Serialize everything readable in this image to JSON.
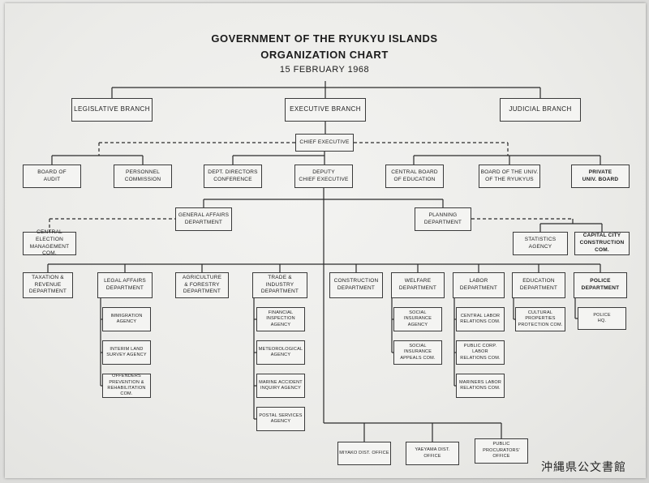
{
  "chart": {
    "title": "GOVERNMENT OF THE RYUKYU ISLANDS",
    "subtitle": "ORGANIZATION CHART",
    "date": "15 FEBRUARY 1968"
  },
  "nodes": {
    "legislative": "LEGISLATIVE BRANCH",
    "executive": "EXECUTIVE BRANCH",
    "judicial": "JUDICIAL BRANCH",
    "chief": "CHIEF EXECUTIVE",
    "audit": "BOARD OF\nAUDIT",
    "personnel": "PERSONNEL\nCOMMISSION",
    "directors": "DEPT. DIRECTORS\nCONFERENCE",
    "deputy": "DEPUTY\nCHIEF EXECUTIVE",
    "ced": "CENTRAL BOARD\nOF EDUCATION",
    "univ": "BOARD OF THE UNIV.\nOF THE RYUKYUS",
    "private": "PRIVATE\nUNIV. BOARD",
    "gad": "GENERAL AFFAIRS\nDEPARTMENT",
    "plan": "PLANNING\nDEPARTMENT",
    "election": "CENTRAL ELECTION\nMANAGEMENT COM.",
    "stats": "STATISTICS\nAGENCY",
    "capital": "CAPITAL CITY\nCONSTRUCTION COM.",
    "tax": "TAXATION &\nREVENUE\nDEPARTMENT",
    "legal": "LEGAL AFFAIRS\nDEPARTMENT",
    "agri": "AGRICULTURE\n& FORESTRY\nDEPARTMENT",
    "trade": "TRADE & INDUSTRY\nDEPARTMENT",
    "construction": "CONSTRUCTION\nDEPARTMENT",
    "welfare": "WELFARE\nDEPARTMENT",
    "labor": "LABOR\nDEPARTMENT",
    "education": "EDUCATION\nDEPARTMENT",
    "police": "POLICE\nDEPARTMENT",
    "immigration": "IMMIGRATION\nAGENCY",
    "landsurvey": "INTERIM LAND\nSURVEY AGENCY",
    "offenders": "OFFENDERS\nPREVENTION &\nREHABILITATION COM.",
    "financial": "FINANCIAL\nINSPECTION\nAGENCY",
    "meteo": "METEOROLOGICAL\nAGENCY",
    "marine": "MARINE ACCIDENT\nINQUIRY AGENCY",
    "postal": "POSTAL SERVICES\nAGENCY",
    "socins": "SOCIAL\nINSURANCE\nAGENCY",
    "socapp": "SOCIAL INSURANCE\nAPPEALS COM.",
    "centrallabor": "CENTRAL LABOR\nRELATIONS COM.",
    "publabor": "PUBLIC CORP. LABOR\nRELATIONS COM.",
    "mariners": "MARINERS LABOR\nRELATIONS COM.",
    "cultural": "CULTURAL PROPERTIES\nPROTECTION COM.",
    "policehq": "POLICE\nHQ.",
    "miyako": "MIYAKO DIST. OFFICE",
    "yaeyama": "YAEYAMA DIST. OFFICE",
    "procurators": "PUBLIC PROCURATORS'\nOFFICE"
  },
  "watermark": "沖縄県公文書館"
}
